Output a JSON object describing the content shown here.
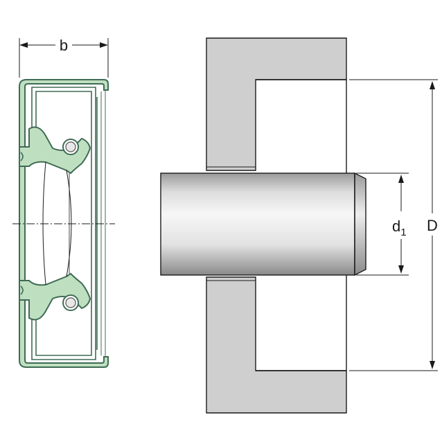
{
  "labels": {
    "width": "b",
    "shaft_diameter": "d",
    "shaft_diameter_subscript": "1",
    "bore_diameter": "D"
  },
  "colors": {
    "seal_rubber": "#bfe0c0",
    "seal_outline": "#3f6b55",
    "housing_fill": "#cfcfcf",
    "line": "#1a1a1a"
  }
}
